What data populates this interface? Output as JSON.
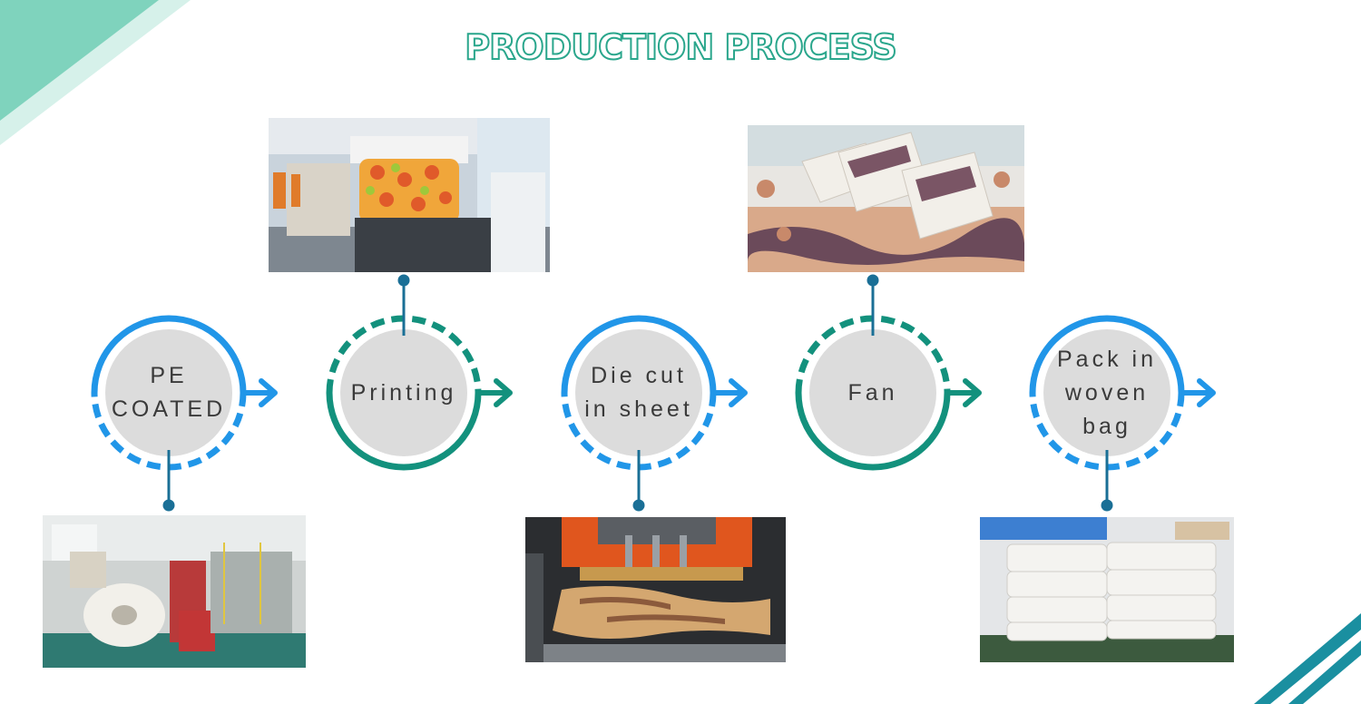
{
  "title": "PRODUCTION PROCESS",
  "colors": {
    "blue": "#2196e8",
    "teal": "#13917d",
    "circle_fill": "#dcdcdc",
    "title_stroke": "#2aa68c"
  },
  "steps": [
    {
      "lines": [
        "PE",
        "COATED"
      ],
      "ring_color": "blue",
      "ring_style": "solid-top-dashed-bottom",
      "photo": "coating-machine"
    },
    {
      "lines": [
        "Printing"
      ],
      "ring_color": "teal",
      "ring_style": "dashed-top-solid-bottom",
      "photo": "printing-press"
    },
    {
      "lines": [
        "Die cut",
        "in sheet"
      ],
      "ring_color": "blue",
      "ring_style": "solid-top-dashed-bottom",
      "photo": "die-cutting-machine"
    },
    {
      "lines": [
        "Fan"
      ],
      "ring_color": "teal",
      "ring_style": "dashed-top-solid-bottom",
      "photo": "paper-cup-fans"
    },
    {
      "lines": [
        "Pack in",
        "woven",
        "bag"
      ],
      "ring_color": "blue",
      "ring_style": "solid-top-dashed-bottom",
      "photo": "woven-bags"
    }
  ]
}
